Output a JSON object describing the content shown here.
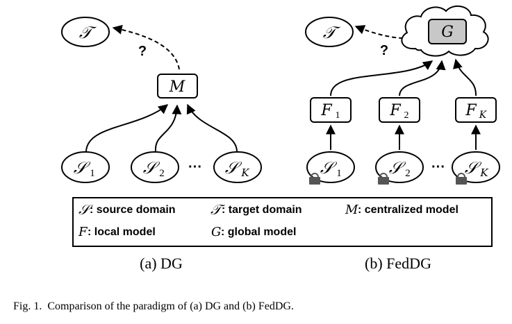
{
  "dg": {
    "target": "𝒯",
    "question": "?",
    "model": "M",
    "sources": [
      {
        "sym": "𝒮",
        "sub": "1"
      },
      {
        "sym": "𝒮",
        "sub": "2"
      },
      {
        "sym": "𝒮",
        "sub": "K"
      }
    ],
    "ellipsis": "···",
    "caption": "(a) DG"
  },
  "feddg": {
    "target": "𝒯",
    "question": "?",
    "global": "G",
    "locals": [
      {
        "sym": "F",
        "sub": "1"
      },
      {
        "sym": "F",
        "sub": "2"
      },
      {
        "sym": "F",
        "sub": "K"
      }
    ],
    "sources": [
      {
        "sym": "𝒮",
        "sub": "1"
      },
      {
        "sym": "𝒮",
        "sub": "2"
      },
      {
        "sym": "𝒮",
        "sub": "K"
      }
    ],
    "ellipsis": "···",
    "caption": "(b) FedDG"
  },
  "legend": {
    "row1": [
      {
        "sym": "𝒮",
        "text": ": source domain"
      },
      {
        "sym": "𝒯",
        "text": ": target domain"
      },
      {
        "sym": "M",
        "text": ": centralized model"
      }
    ],
    "row2": [
      {
        "sym": "F",
        "text": ": local model"
      },
      {
        "sym": "G",
        "text": ": global model"
      }
    ]
  },
  "figure_caption": "Fig. 1.  Comparison of the paradigm of (a) DG and (b) FedDG.",
  "colors": {
    "stroke": "#000000",
    "global_fill": "#c8c8c8",
    "lock": "#555555"
  }
}
